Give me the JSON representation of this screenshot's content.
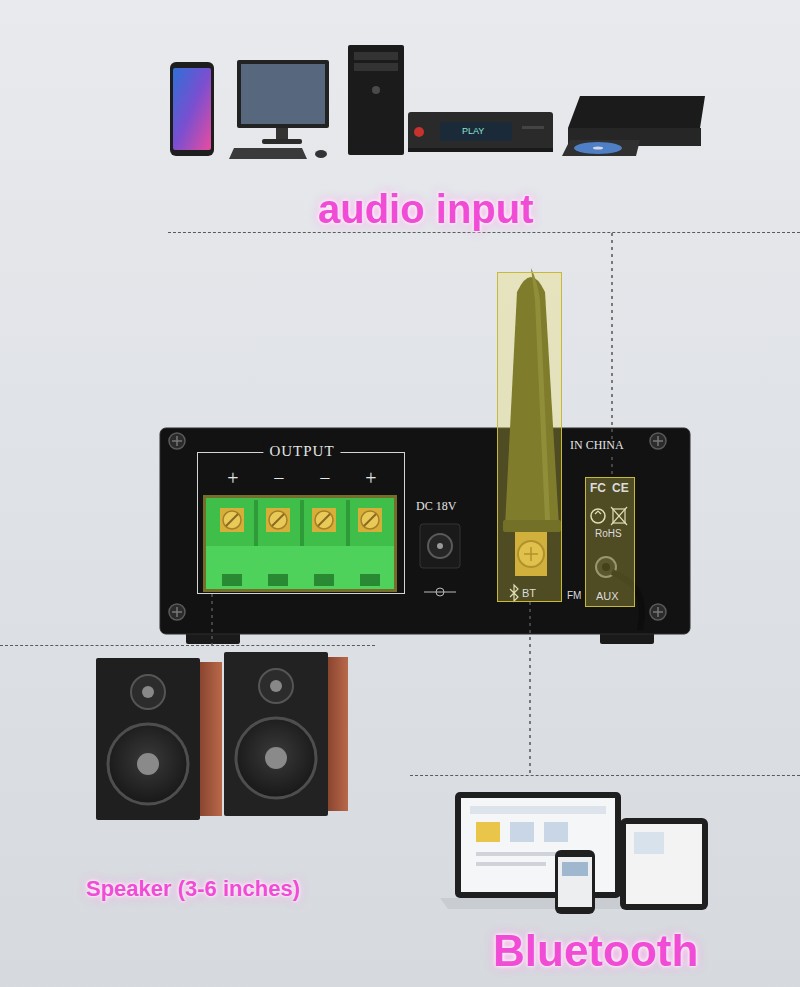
{
  "diagram": {
    "nodes": [
      {
        "text": [
          "audio input"
        ]
      },
      {
        "text": [
          "IN CHINA",
          "DC 18V"
        ]
      },
      {
        "text": [
          "OUTPUT",
          "+",
          "−",
          "−",
          "+"
        ],
        "in": 1
      },
      {
        "text": [
          "BT"
        ],
        "in": 1
      },
      {
        "text": [
          "FC",
          "CE",
          "RoHS",
          "AUX"
        ],
        "in": 1
      },
      {
        "text": [
          "Speaker (3-6 inches)"
        ]
      },
      {
        "text": [
          "Bluetooth"
        ]
      }
    ],
    "edges": [
      {
        "from": 0,
        "to": 4,
        "arrow": "none"
      },
      {
        "from": 2,
        "to": 5,
        "arrow": "none"
      },
      {
        "from": 3,
        "to": 6,
        "arrow": "none"
      }
    ],
    "labels": [
      "PLAY",
      "FM"
    ]
  }
}
